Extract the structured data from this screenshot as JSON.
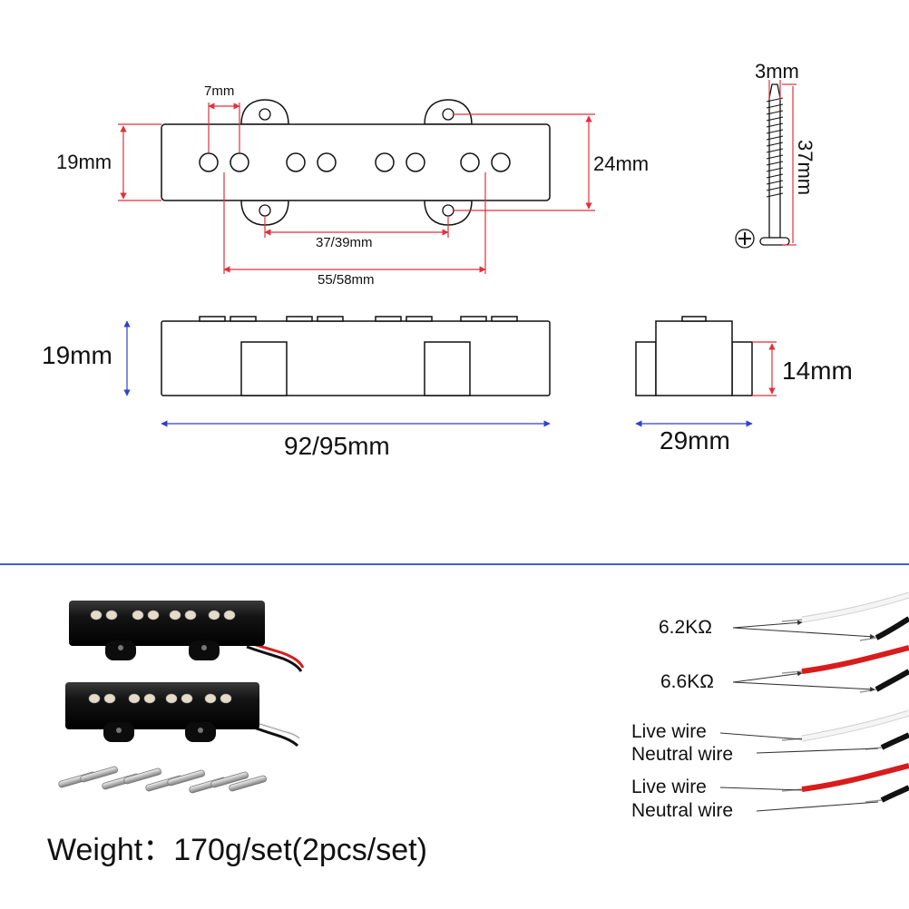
{
  "dimensions": {
    "top_view": {
      "pole_spacing": "7mm",
      "height": "19mm",
      "outer_height": "24mm",
      "inner_hole_spacing": "37/39mm",
      "outer_hole_spacing": "55/58mm"
    },
    "screw": {
      "diameter": "3mm",
      "length": "37mm"
    },
    "side_view": {
      "height": "19mm",
      "length": "92/95mm"
    },
    "end_view": {
      "flange_height": "14mm",
      "width": "29mm"
    }
  },
  "wiring": {
    "resistance_1": "6.2KΩ",
    "resistance_2": "6.6KΩ",
    "pair_1_live": "Live wire",
    "pair_1_neutral": "Neutral wire",
    "pair_2_live": "Live wire",
    "pair_2_neutral": "Neutral wire"
  },
  "weight": "Weight：170g/set(2pcs/set)",
  "colors": {
    "dimension_red": "#e0323c",
    "dimension_blue": "#3340c8",
    "divider_blue": "#4a5ad0",
    "outline": "#111111",
    "wire_red": "#d81c1c",
    "wire_white": "#f2f2f2",
    "wire_black": "#111111"
  }
}
